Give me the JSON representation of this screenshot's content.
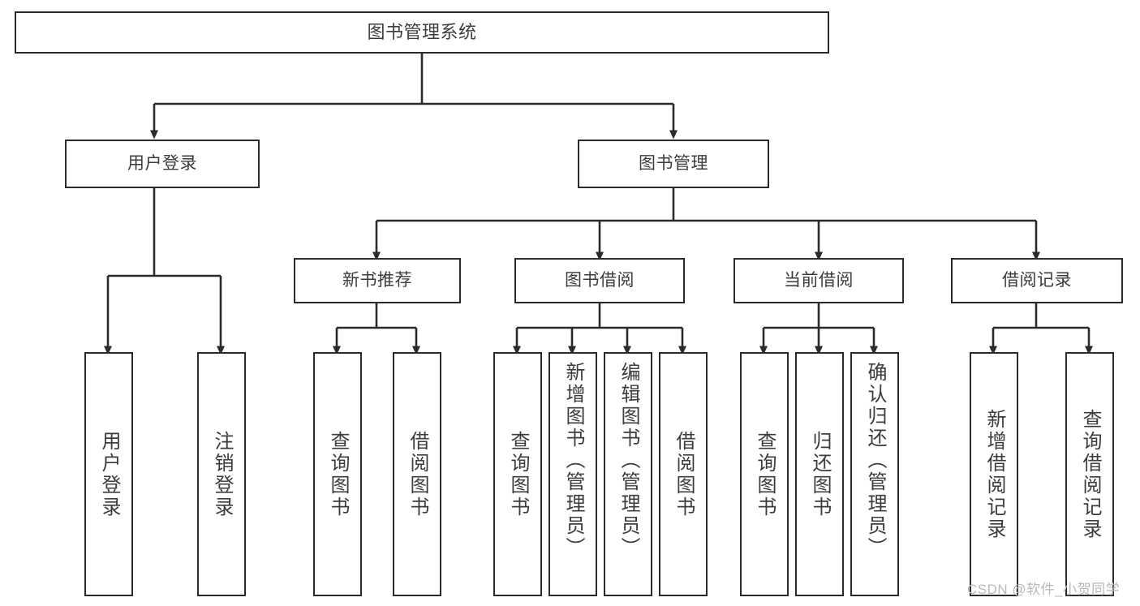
{
  "diagram": {
    "type": "tree-hierarchy-chart",
    "title": "图书管理系统",
    "colors": {
      "box_border": "#2b2b2b",
      "box_fill": "#ffffff",
      "connector": "#2b2b2b",
      "text": "#3c3c3c",
      "watermark": "#b9b9b9",
      "background": "#ffffff"
    },
    "root": {
      "label": "图书管理系统"
    },
    "level2": [
      {
        "label": "用户登录"
      },
      {
        "label": "图书管理"
      }
    ],
    "level3": [
      {
        "label": "新书推荐"
      },
      {
        "label": "图书借阅"
      },
      {
        "label": "当前借阅"
      },
      {
        "label": "借阅记录"
      }
    ],
    "leaves": {
      "user_login": [
        {
          "label": "用户登录"
        },
        {
          "label": "注销登录"
        }
      ],
      "new_book_recommend": [
        {
          "label": "查询图书"
        },
        {
          "label": "借阅图书"
        }
      ],
      "book_borrow": [
        {
          "label": "查询图书"
        },
        {
          "label": "新增图书（管理员）"
        },
        {
          "label": "编辑图书（管理员）"
        },
        {
          "label": "借阅图书"
        }
      ],
      "current_borrow": [
        {
          "label": "查询图书"
        },
        {
          "label": "归还图书"
        },
        {
          "label": "确认归还（管理员）"
        }
      ],
      "borrow_record": [
        {
          "label": "新增借阅记录"
        },
        {
          "label": "查询借阅记录"
        }
      ]
    }
  },
  "watermark": {
    "text": "CSDN @软件_小贺同学"
  }
}
